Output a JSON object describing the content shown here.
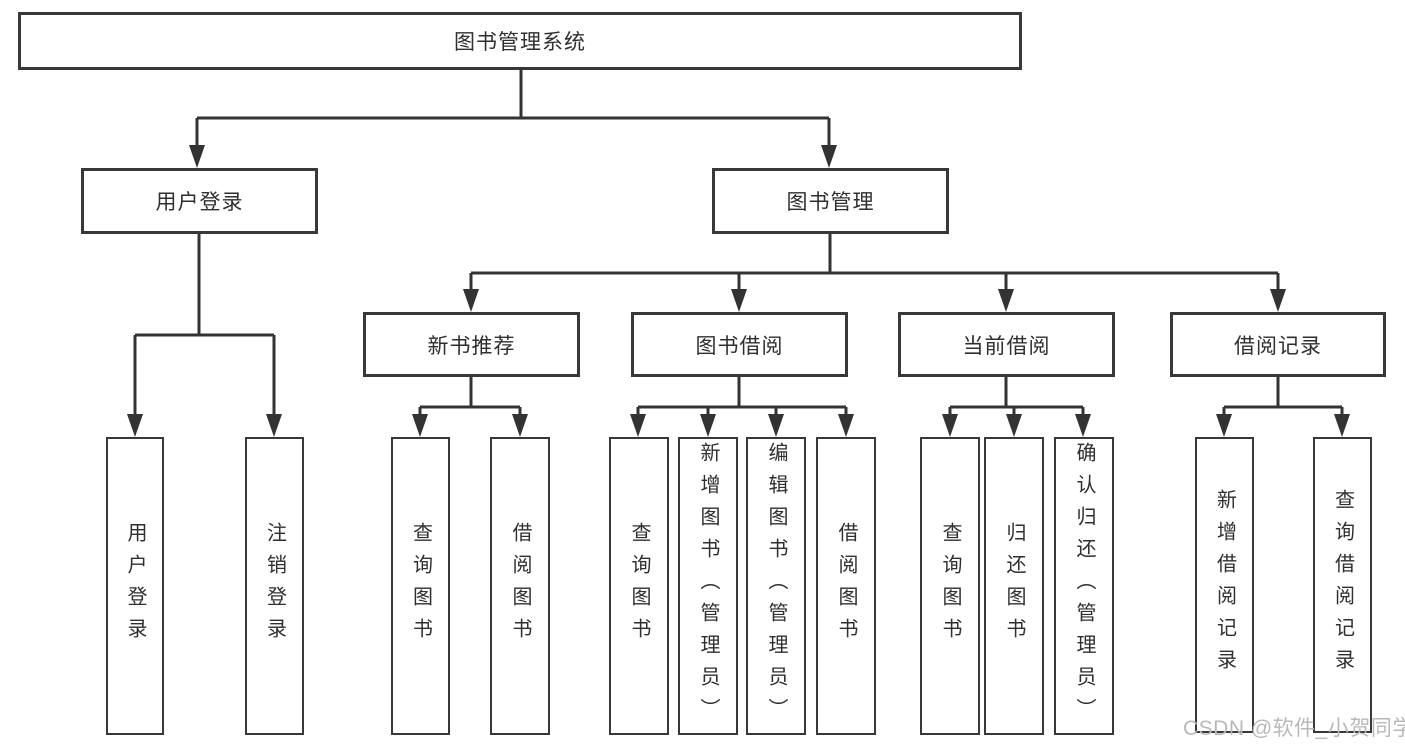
{
  "tree": {
    "label": "图书管理系统",
    "children": [
      {
        "label": "用户登录",
        "children": [
          {
            "label": "用户登录"
          },
          {
            "label": "注销登录"
          }
        ]
      },
      {
        "label": "图书管理",
        "children": [
          {
            "label": "新书推荐",
            "children": [
              {
                "label": "查询图书"
              },
              {
                "label": "借阅图书"
              }
            ]
          },
          {
            "label": "图书借阅",
            "children": [
              {
                "label": "查询图书"
              },
              {
                "label": "新增图书（管理员）"
              },
              {
                "label": "编辑图书（管理员）"
              },
              {
                "label": "借阅图书"
              }
            ]
          },
          {
            "label": "当前借阅",
            "children": [
              {
                "label": "查询图书"
              },
              {
                "label": "归还图书"
              },
              {
                "label": "确认归还（管理员）"
              }
            ]
          },
          {
            "label": "借阅记录",
            "children": [
              {
                "label": "新增借阅记录"
              },
              {
                "label": "查询借阅记录"
              }
            ]
          }
        ]
      }
    ]
  },
  "watermark": "CSDN @软件_小贺同学",
  "colors": {
    "line": "#333333",
    "box_border": "#383838",
    "text": "#2f2f2f",
    "watermark": "#b9b9b9",
    "background": "#ffffff"
  }
}
